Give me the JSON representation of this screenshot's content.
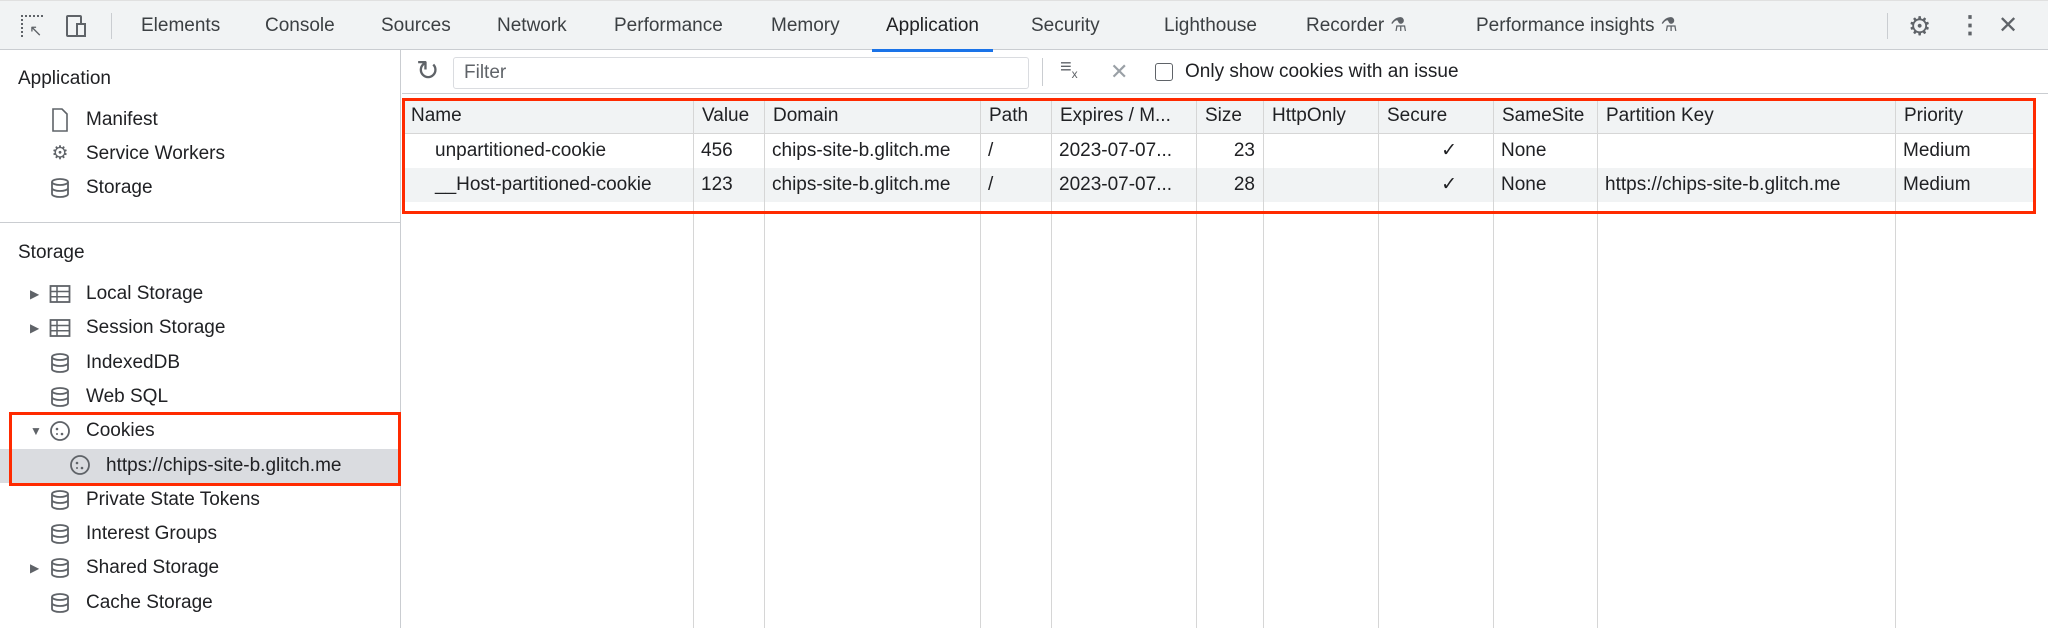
{
  "tabs": [
    "Elements",
    "Console",
    "Sources",
    "Network",
    "Performance",
    "Memory",
    "Application",
    "Security",
    "Lighthouse",
    "Recorder",
    "Performance insights"
  ],
  "active_tab": "Application",
  "sidebar": {
    "application_title": "Application",
    "application_items": [
      {
        "label": "Manifest",
        "icon": "file-icon"
      },
      {
        "label": "Service Workers",
        "icon": "gears-icon"
      },
      {
        "label": "Storage",
        "icon": "database-icon"
      }
    ],
    "storage_title": "Storage",
    "storage_items": [
      {
        "label": "Local Storage",
        "icon": "table-icon",
        "expandable": "collapsed"
      },
      {
        "label": "Session Storage",
        "icon": "table-icon",
        "expandable": "collapsed"
      },
      {
        "label": "IndexedDB",
        "icon": "database-icon"
      },
      {
        "label": "Web SQL",
        "icon": "database-icon"
      },
      {
        "label": "Cookies",
        "icon": "cookie-icon",
        "expandable": "expanded"
      },
      {
        "label": "https://chips-site-b.glitch.me",
        "icon": "cookie-icon",
        "child": true,
        "selected": true
      },
      {
        "label": "Private State Tokens",
        "icon": "database-icon"
      },
      {
        "label": "Interest Groups",
        "icon": "database-icon"
      },
      {
        "label": "Shared Storage",
        "icon": "database-icon",
        "expandable": "collapsed"
      },
      {
        "label": "Cache Storage",
        "icon": "database-icon"
      }
    ]
  },
  "toolbar": {
    "filter_placeholder": "Filter",
    "filter_value": "",
    "only_issues_label": "Only show cookies with an issue",
    "only_issues_checked": false
  },
  "table": {
    "columns": [
      "Name",
      "Value",
      "Domain",
      "Path",
      "Expires / M...",
      "Size",
      "HttpOnly",
      "Secure",
      "SameSite",
      "Partition Key",
      "Priority"
    ],
    "rows": [
      [
        "unpartitioned-cookie",
        "456",
        "chips-site-b.glitch.me",
        "/",
        "2023-07-07...",
        "23",
        "",
        "✓",
        "None",
        "",
        "Medium"
      ],
      [
        "__Host-partitioned-cookie",
        "123",
        "chips-site-b.glitch.me",
        "/",
        "2023-07-07...",
        "28",
        "",
        "✓",
        "None",
        "https://chips-site-b.glitch.me",
        "Medium"
      ]
    ]
  },
  "colors": {
    "highlight": "#ff2a00",
    "accent": "#1a73e8"
  }
}
